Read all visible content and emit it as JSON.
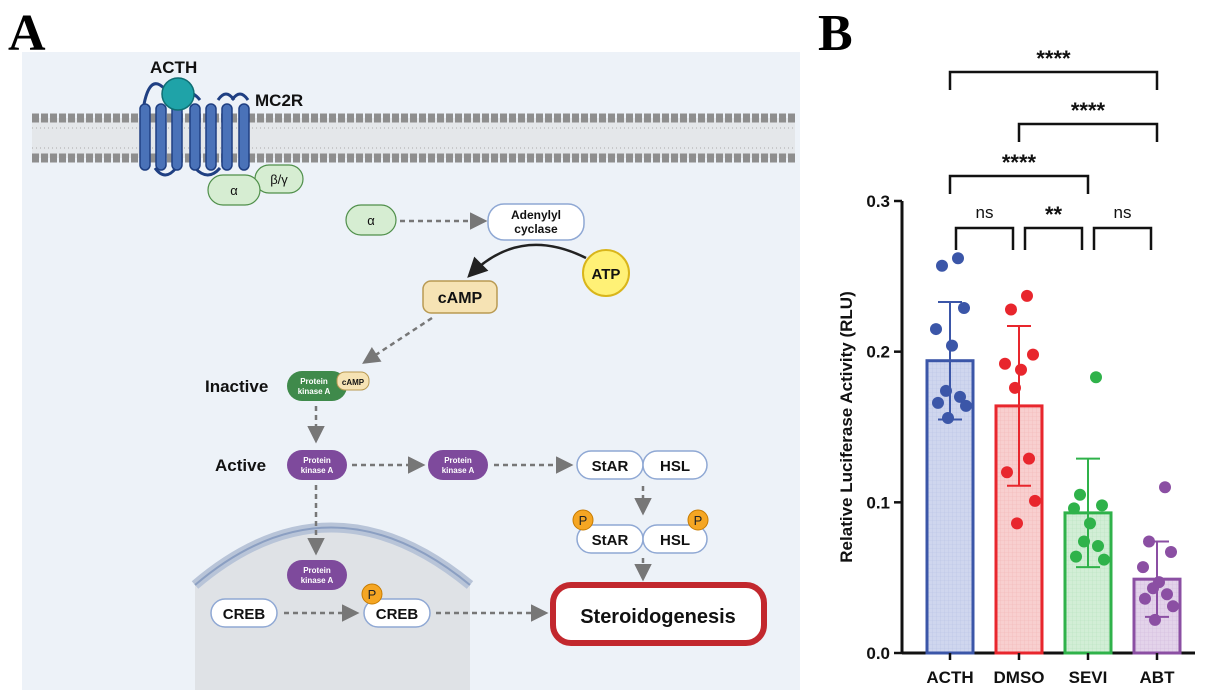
{
  "panels": {
    "a": "A",
    "b": "B"
  },
  "pathway": {
    "acth": "ACTH",
    "receptor": "MC2R",
    "g_alpha": "α",
    "g_betagamma": "β/γ",
    "alpha": "α",
    "adenylyl_line1": "Adenylyl",
    "adenylyl_line2": "cyclase",
    "atp": "ATP",
    "camp": "cAMP",
    "inactive": "Inactive",
    "active": "Active",
    "pka_line1": "Protein",
    "pka_line2": "kinase A",
    "camp_small": "cAMP",
    "star": "StAR",
    "hsl": "HSL",
    "phospho": "P",
    "creb": "CREB",
    "steroidogenesis": "Steroidogenesis"
  },
  "colors": {
    "background": "#edf2f8",
    "nucleus": "#dfe2e6",
    "receptor": "#4a72b8",
    "ligand": "#1fa3a8",
    "pka_active": "#7e4a9c",
    "pka_inactive": "#3f8a4b",
    "atp": "#fff176",
    "camp": "#f6e3b4",
    "phospho": "#f5a623",
    "outcome": "#c2282e"
  },
  "chart_data": {
    "type": "bar",
    "categories": [
      "ACTH",
      "DMSO",
      "SEVI",
      "ABT"
    ],
    "values": [
      0.194,
      0.164,
      0.093,
      0.049
    ],
    "sd": [
      0.039,
      0.053,
      0.036,
      0.025
    ],
    "points": [
      [
        0.262,
        0.257,
        0.229,
        0.215,
        0.204,
        0.174,
        0.17,
        0.166,
        0.164,
        0.156
      ],
      [
        0.237,
        0.228,
        0.198,
        0.192,
        0.188,
        0.176,
        0.129,
        0.12,
        0.101,
        0.086
      ],
      [
        0.183,
        0.105,
        0.098,
        0.096,
        0.086,
        0.074,
        0.071,
        0.064,
        0.062
      ],
      [
        0.11,
        0.074,
        0.067,
        0.057,
        0.047,
        0.043,
        0.039,
        0.036,
        0.031,
        0.022
      ]
    ],
    "colors": [
      "#3b56a8",
      "#e8262d",
      "#2fb24a",
      "#8b4fa3"
    ],
    "ylabel": "Relative Luciferase Activity (RLU)",
    "ylim": [
      0,
      0.3
    ],
    "yticks": [
      "0.0",
      "0.1",
      "0.2",
      "0.3"
    ],
    "significance": [
      {
        "from": "ACTH",
        "to": "DMSO",
        "label": "ns"
      },
      {
        "from": "DMSO",
        "to": "SEVI",
        "label": "**"
      },
      {
        "from": "SEVI",
        "to": "ABT",
        "label": "ns"
      },
      {
        "from": "ACTH",
        "to": "SEVI",
        "label": "****"
      },
      {
        "from": "DMSO",
        "to": "ABT",
        "label": "****"
      },
      {
        "from": "ACTH",
        "to": "ABT",
        "label": "****"
      }
    ]
  }
}
